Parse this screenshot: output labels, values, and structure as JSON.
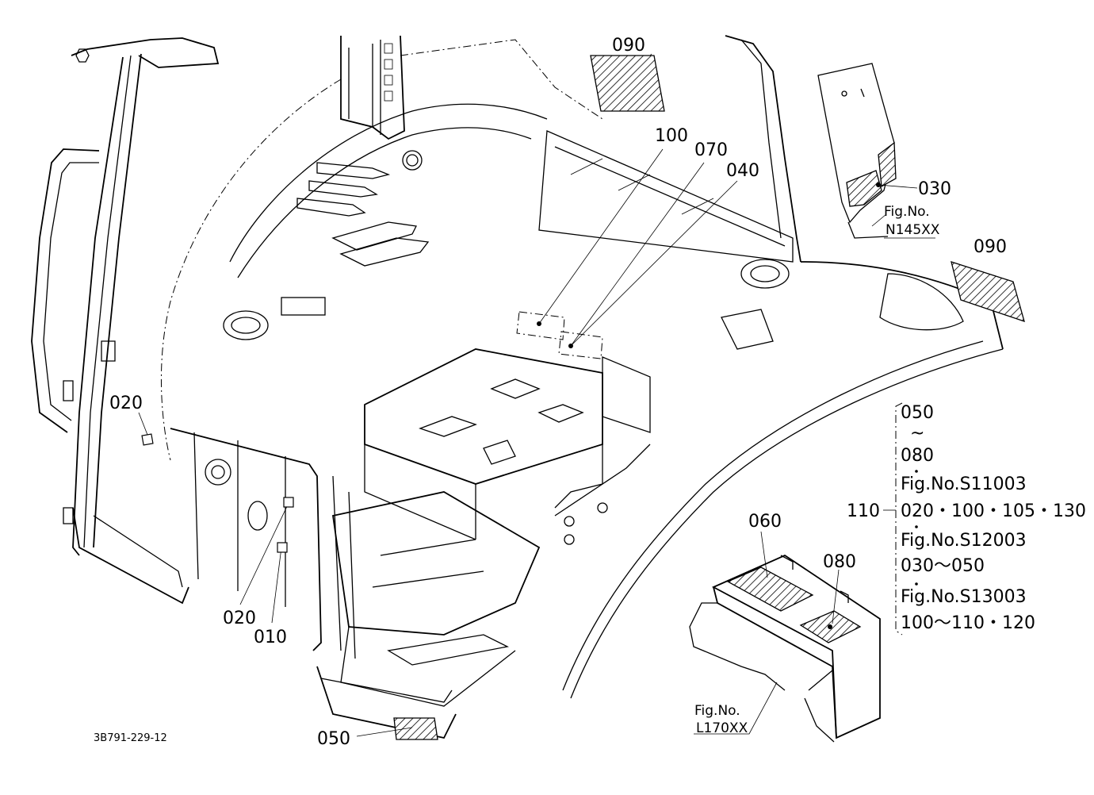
{
  "drawing_id": "3B791-229-12",
  "part_labels": {
    "p090_top": "090",
    "p100": "100",
    "p070": "070",
    "p040": "040",
    "p030": "030",
    "p090_right": "090",
    "p020_upper": "020",
    "p020_lower": "020",
    "p010": "010",
    "p060": "060",
    "p080": "080",
    "p050": "050"
  },
  "fig_refs": {
    "upper": {
      "prefix": "Fig.No.",
      "number": "N145XX"
    },
    "lower": {
      "prefix": "Fig.No.",
      "number": "L170XX"
    }
  },
  "bracket_group": {
    "parent_label": "110",
    "lines": [
      "050",
      "~",
      "080",
      "Fig.No.S11003",
      "020・100・105・130",
      "Fig.No.S12003",
      "030～050",
      "Fig.No.S13003",
      "100～110・120"
    ]
  }
}
